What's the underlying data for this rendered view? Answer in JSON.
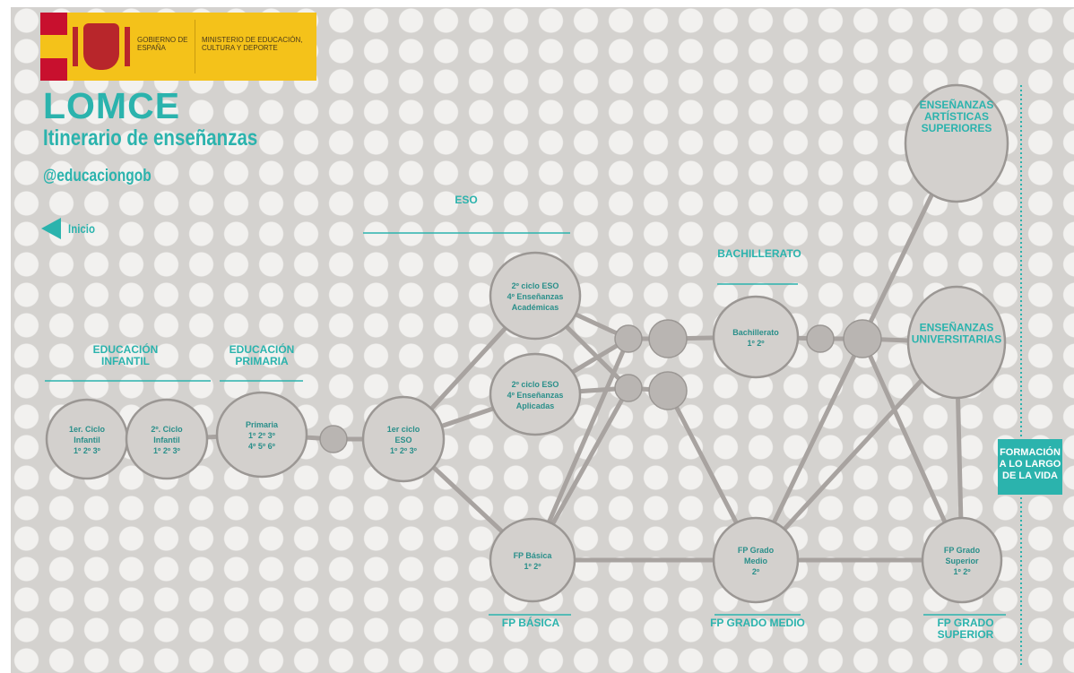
{
  "logo": {
    "line1": "GOBIERNO DE ESPAÑA",
    "line2": "MINISTERIO DE EDUCACIÓN, CULTURA Y DEPORTE"
  },
  "header": {
    "title": "LOMCE",
    "subtitle": "Itinerario de enseñanzas",
    "handle": "@educaciongob",
    "back_label": "Inicio"
  },
  "colors": {
    "accent": "#2bb3ad",
    "node_fill": "#d3d0cd",
    "node_stroke": "#9b9794",
    "node_text": "#2a8f8a",
    "connector": "#a8a3a0"
  },
  "stage_labels": {
    "infantil": "EDUCACIÓN INFANTIL",
    "primaria": "EDUCACIÓN PRIMARIA",
    "eso": "ESO",
    "bachillerato": "BACHILLERATO",
    "fp_basica": "FP BÁSICA",
    "fp_grado_medio": "FP GRADO MEDIO",
    "fp_grado_superior": "FP GRADO SUPERIOR",
    "formacion": "FORMACIÓN A LO LARGO DE LA VIDA"
  },
  "nodes": {
    "inf1": [
      "1er. Ciclo",
      "Infantil",
      "1º 2º 3º"
    ],
    "inf2": [
      "2º. Ciclo",
      "Infantil",
      "1º 2º 3º"
    ],
    "primaria": [
      "Primaria",
      "1º 2º 3º",
      "4º 5º 6º"
    ],
    "eso1": [
      "1er ciclo",
      "ESO",
      "1º 2º 3º"
    ],
    "eso_acad": [
      "2º ciclo ESO",
      "4º Enseñanzas",
      "Académicas"
    ],
    "eso_apl": [
      "2º ciclo ESO",
      "4º Enseñanzas",
      "Aplicadas"
    ],
    "bach": [
      "Bachillerato",
      "1º 2º"
    ],
    "fp_basica": [
      "FP Básica",
      "1º 2º"
    ],
    "fp_medio": [
      "FP Grado",
      "Medio",
      "2º"
    ],
    "fp_superior": [
      "FP Grado",
      "Superior",
      "1º 2º"
    ],
    "artisticas": [
      "ENSEÑANZAS",
      "ARTÍSTICAS",
      "SUPERIORES"
    ],
    "universitarias": [
      "ENSEÑANZAS",
      "UNIVERSITARIAS"
    ]
  }
}
